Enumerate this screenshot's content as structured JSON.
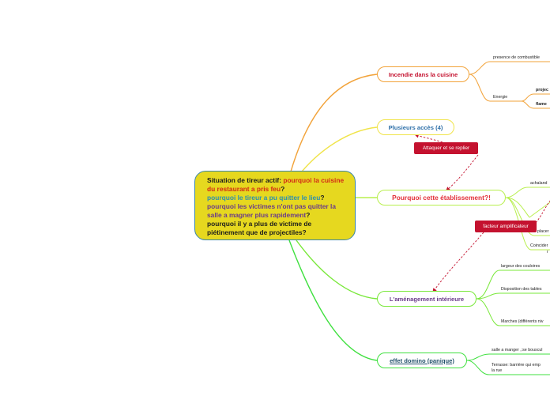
{
  "central": {
    "l1a": "Situation de tireur actif: ",
    "l1b": "pourquoi la cuisine du restaurant a pris feu",
    "l1c": "?",
    "l2a": "pourquoi le tireur  a pu quitter le lieu",
    "l2b": "?",
    "l3a": "pourquoi les victimes n'ont pas quitter la salle a magner plus rapidement",
    "l3b": "?",
    "l4": "pourquoi il y a plus de victime de piétinement que de projectiles?"
  },
  "branches": {
    "incendie": {
      "label": "Incendie dans la cuisine",
      "color": "#f2a33a"
    },
    "acces": {
      "label": "Plusieurs accès (4)",
      "color": "#f0e44a"
    },
    "etablissement": {
      "label": "Pourquoi cette établissement?!",
      "color": "#b8ef4e"
    },
    "amenagement": {
      "label": "L'aménagement intérieure",
      "color": "#79e83a"
    },
    "domino": {
      "label": "effet domino (panique)",
      "color": "#3fe03f"
    }
  },
  "leaves": {
    "combustible": "presence de combustible",
    "energie": "Energie",
    "projectiles": "projec",
    "flamme": "flame",
    "achalandage": "achaland",
    "placement": "placer",
    "coincidence": "Coincider",
    "coincidence_tail": "r",
    "couloirs": "largeur des couloires",
    "tables": "Disposition des tables",
    "marches": "Marches (différents niv",
    "salle": "salle a manger ,:se bouscul",
    "terrasse_1": "Terrasse: barrière qui emp",
    "terrasse_2": "la rue"
  },
  "relations": {
    "attaquer": "Attaquer et se replier",
    "facteur": "facteur amplificateur"
  },
  "colors": {
    "central_fill": "#e6d81f",
    "central_border": "#3b86a8",
    "relation": "#c4122f",
    "title_incendie": "#c4122f",
    "title_acces": "#2d6fa8",
    "title_etablissement": "#e3303a",
    "title_amenagement": "#6a3b8a",
    "title_domino": "#1f4f6a"
  }
}
